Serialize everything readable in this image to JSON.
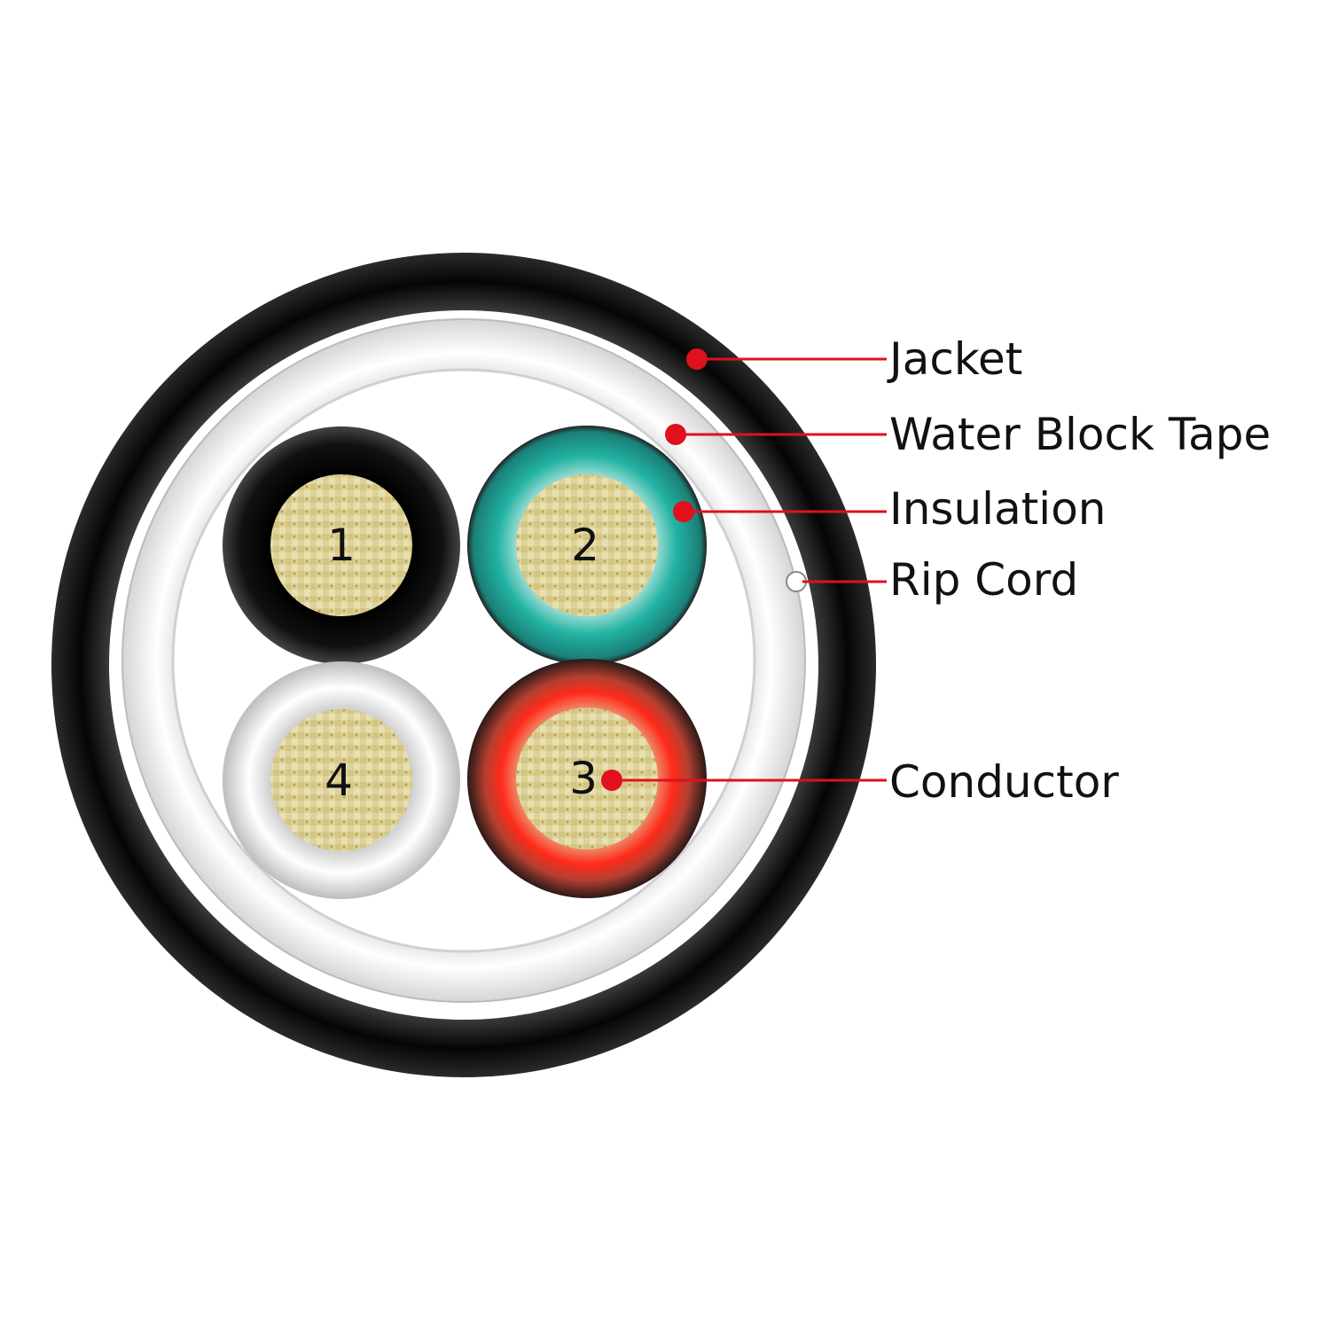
{
  "diagram": {
    "cores": [
      {
        "number": "1",
        "insulation_color": "#111111"
      },
      {
        "number": "2",
        "insulation_color": "#1fa89a"
      },
      {
        "number": "3",
        "insulation_color": "#e8261e"
      },
      {
        "number": "4",
        "insulation_color": "#f2f2f2"
      }
    ],
    "labels": {
      "jacket": "Jacket",
      "water_block_tape": "Water Block Tape",
      "insulation": "Insulation",
      "rip_cord": "Rip Cord",
      "conductor": "Conductor"
    },
    "colors": {
      "jacket": "#0a0a0a",
      "tape": "#e6e6e6",
      "conductor": "#d8cc8a",
      "leader": "#e0101e"
    }
  }
}
